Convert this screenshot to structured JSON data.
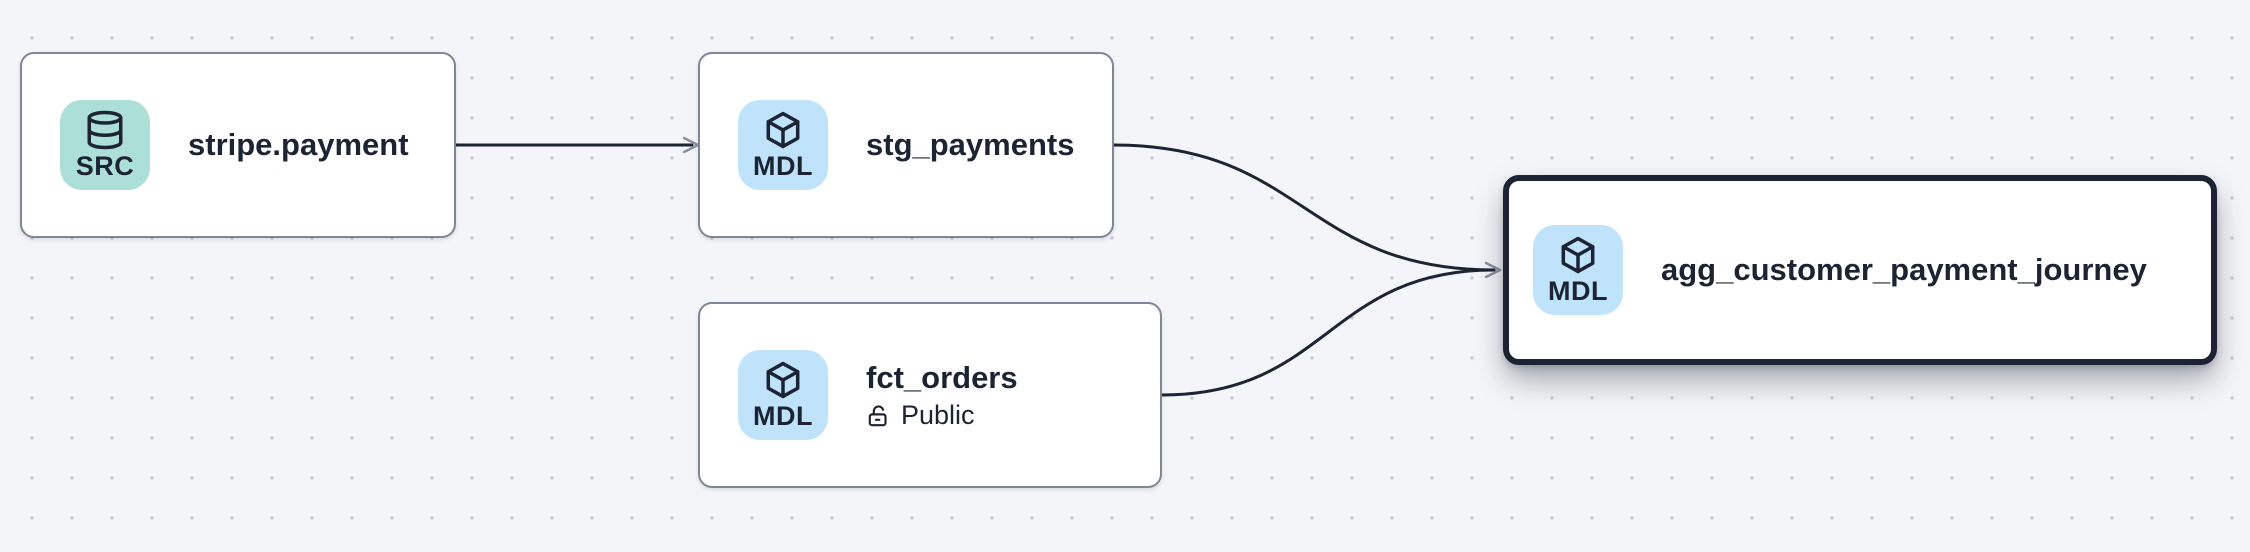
{
  "canvas": {
    "kind": "lineage-graph"
  },
  "colors": {
    "canvas_background": "#f4f5f8",
    "dot_grid": "#c8ccd4",
    "node_background": "#ffffff",
    "node_border": "#7e8797",
    "selected_node_border": "#1c2433",
    "text": "#1c2433",
    "edge_line": "#1d2433",
    "edge_arrowhead": "#8a909d",
    "source_badge_background": "#abdfd8",
    "model_badge_background": "#bfe3fa"
  },
  "nodes": [
    {
      "title": "stripe.payment",
      "badge": "SRC",
      "icon": "database-icon",
      "selected": false
    },
    {
      "title": "stg_payments",
      "badge": "MDL",
      "icon": "cube-icon",
      "selected": false
    },
    {
      "title": "fct_orders",
      "badge": "MDL",
      "icon": "cube-icon",
      "access_label": "Public",
      "access_icon": "unlock-icon",
      "selected": false
    },
    {
      "title": "agg_customer_payment_journey",
      "badge": "MDL",
      "icon": "cube-icon",
      "selected": true
    }
  ],
  "edges": [
    {
      "from": "stripe.payment",
      "to": "stg_payments"
    },
    {
      "from": "stg_payments",
      "to": "agg_customer_payment_journey"
    },
    {
      "from": "fct_orders",
      "to": "agg_customer_payment_journey"
    }
  ]
}
